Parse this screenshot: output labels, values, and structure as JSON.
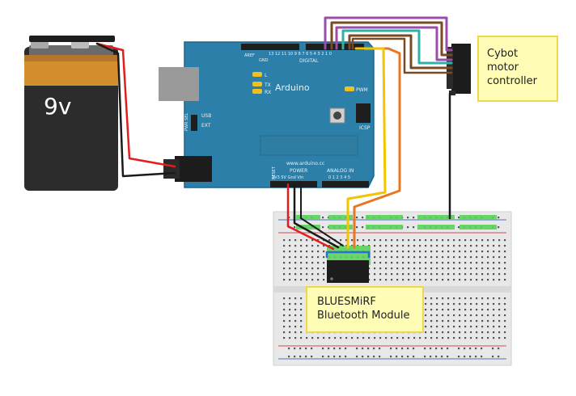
{
  "battery": {
    "label": "9v"
  },
  "arduino": {
    "brand": "Arduino",
    "url": "www.arduino.cc",
    "usb_label": "USB",
    "ext_label": "EXT",
    "pwr_sel_label": "PWR SEL",
    "icsp_label": "ICSP",
    "pwm_label": "PWM",
    "l_label": "L",
    "tx_label": "TX",
    "rx_label": "RX",
    "digital_label": "DIGITAL",
    "aref_label": "AREF",
    "gnd_label": "GND",
    "reset_label": "RESET",
    "power_label": "POWER",
    "analog_label": "ANALOG IN",
    "power_pins": "3V3 5V Gnd Vin",
    "analog_pins": "0 1 2 3 4 5",
    "digital_pins": "13 12 11 10 9 8   7 6 5 4 3 2 1 0"
  },
  "notes": {
    "motor_controller": [
      "Cybot",
      "motor",
      "controller"
    ],
    "bluetooth": [
      "BLUESMiRF",
      "Bluetooth Module"
    ]
  },
  "colors": {
    "board": "#2b7fa8",
    "breadboard": "#e8e8e8",
    "note_fill": "#fffcb5",
    "note_border": "#f0d84a",
    "wire_red": "#e01e1e",
    "wire_black": "#1a1a1a",
    "wire_yellow": "#f2c500",
    "wire_orange": "#e87722",
    "wire_purple": "#9b4dab",
    "wire_brown": "#7a4a22",
    "wire_teal": "#2fb3a6",
    "wire_blue": "#2a6fd1"
  }
}
